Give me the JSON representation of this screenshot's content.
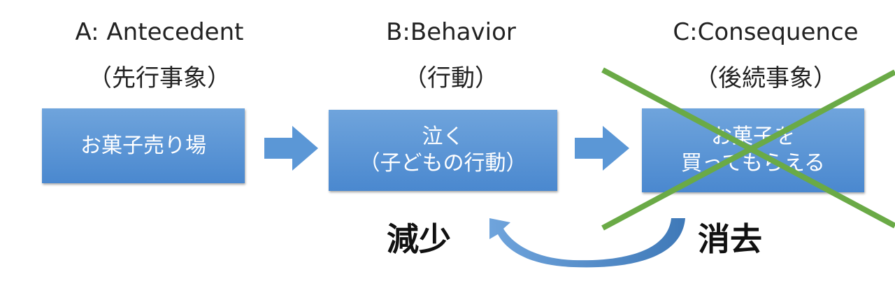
{
  "columns": [
    {
      "title": "A: Antecedent",
      "subtitle": "（先行事象）",
      "box_lines": [
        "お菓子売り場"
      ]
    },
    {
      "title": "B:Behavior",
      "subtitle": "（行動）",
      "box_lines": [
        "泣く",
        "（子どもの行動）"
      ]
    },
    {
      "title": "C:Consequence",
      "subtitle": "（後続事象）",
      "box_lines": [
        "お菓子を",
        "買ってもらえる"
      ]
    }
  ],
  "labels": {
    "decrease": "減少",
    "extinction": "消去"
  },
  "colors": {
    "box": "#5b97d6",
    "cross": "#6aaa46",
    "arrow": "#5b97d6"
  }
}
